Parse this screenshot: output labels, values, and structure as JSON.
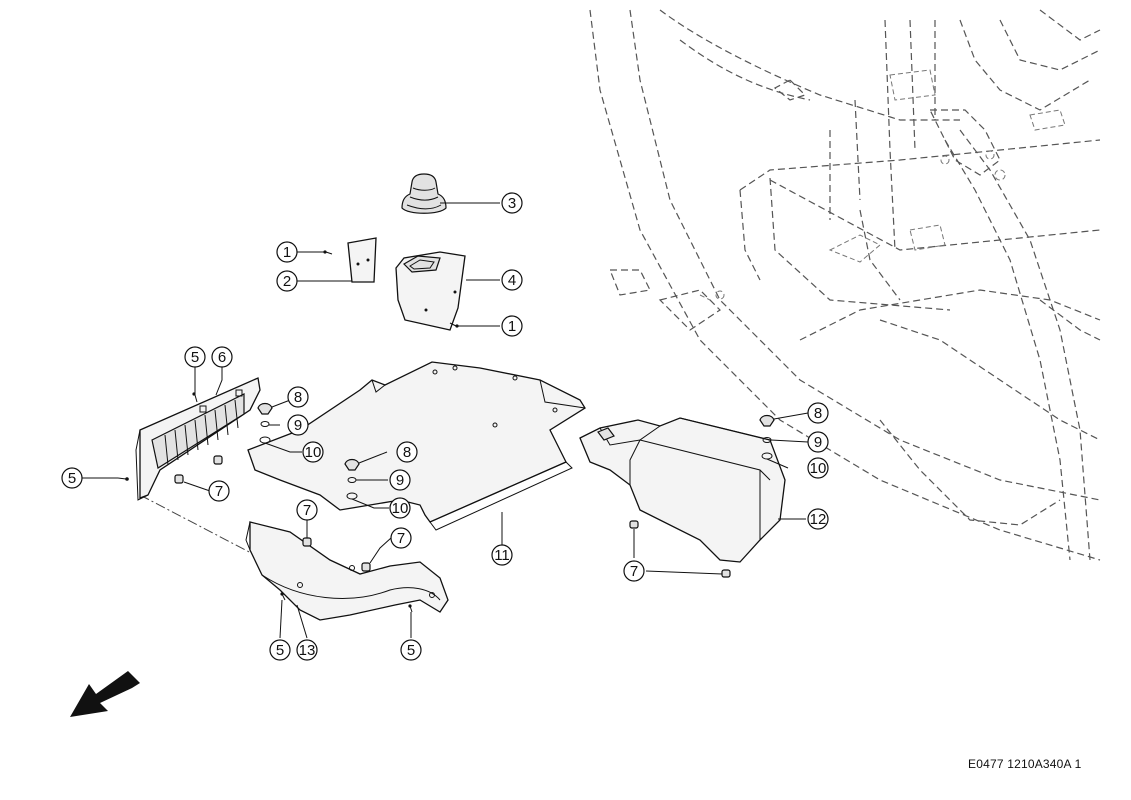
{
  "diagram": {
    "reference_code": "E0477 1210A340A 1",
    "callouts": [
      {
        "number": "1"
      },
      {
        "number": "2"
      },
      {
        "number": "3"
      },
      {
        "number": "4"
      },
      {
        "number": "1"
      },
      {
        "number": "5"
      },
      {
        "number": "6"
      },
      {
        "number": "8"
      },
      {
        "number": "9"
      },
      {
        "number": "10"
      },
      {
        "number": "8"
      },
      {
        "number": "9"
      },
      {
        "number": "10"
      },
      {
        "number": "5"
      },
      {
        "number": "7"
      },
      {
        "number": "7"
      },
      {
        "number": "7"
      },
      {
        "number": "11"
      },
      {
        "number": "8"
      },
      {
        "number": "9"
      },
      {
        "number": "10"
      },
      {
        "number": "12"
      },
      {
        "number": "7"
      },
      {
        "number": "5"
      },
      {
        "number": "13"
      },
      {
        "number": "5"
      }
    ],
    "icons": {
      "direction_arrow": "forward-direction-arrow-icon"
    }
  }
}
